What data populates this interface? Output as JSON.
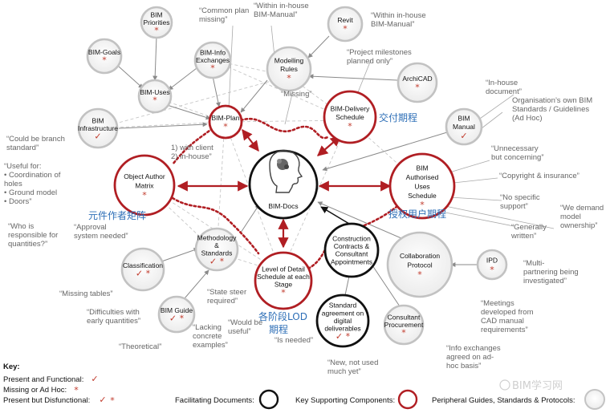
{
  "nodes": {
    "bim_priorities": {
      "lines": [
        "BIM",
        "Priorities"
      ],
      "mark": "*"
    },
    "bim_goals": {
      "lines": [
        "BIM-Goals"
      ],
      "mark": "*"
    },
    "bim_info_exchanges": {
      "lines": [
        "BIM-Info",
        "Exchanges"
      ],
      "mark": "*"
    },
    "bim_uses": {
      "lines": [
        "BIM-Uses"
      ],
      "mark": "*"
    },
    "bim_infrastructure": {
      "lines": [
        "BIM",
        "Infrastructure"
      ],
      "mark": "✓"
    },
    "bim_plan": {
      "lines": [
        "BIM-Plan"
      ],
      "mark": "*"
    },
    "modelling_rules": {
      "lines": [
        "Modelling",
        "Rules"
      ],
      "mark": "*"
    },
    "revit": {
      "lines": [
        "Revit"
      ],
      "mark": "*"
    },
    "archicad": {
      "lines": [
        "ArchiCAD"
      ],
      "mark": "*"
    },
    "bim_delivery_schedule": {
      "lines": [
        "BIM-Delivery",
        "Schedule"
      ],
      "mark": "*"
    },
    "bim_manual": {
      "lines": [
        "BIM",
        "Manual"
      ],
      "mark": "✓"
    },
    "object_author_matrix": {
      "lines": [
        "Object Author",
        "Matrix"
      ],
      "mark": "*"
    },
    "bim_docs": {
      "lines": [
        "BIM-Docs"
      ],
      "mark": ""
    },
    "bim_authorised_uses_schedule": {
      "lines": [
        "BIM",
        "Authorised",
        "Uses",
        "Schedule"
      ],
      "mark": "*"
    },
    "methodology_standards": {
      "lines": [
        "Methodology",
        "&",
        "Standards"
      ],
      "mark": "✓ *"
    },
    "classification": {
      "lines": [
        "Classification"
      ],
      "mark": "✓ *"
    },
    "construction_contracts": {
      "lines": [
        "Construction",
        "Contracts &",
        "Consultant",
        "Appointments"
      ],
      "mark": ""
    },
    "collaboration_protocol": {
      "lines": [
        "Collaboration",
        "Protocol"
      ],
      "mark": "*"
    },
    "ipd": {
      "lines": [
        "IPD"
      ],
      "mark": "*"
    },
    "level_of_detail": {
      "lines": [
        "Level of Detail",
        "Schedule at each",
        "Stage"
      ],
      "mark": "*"
    },
    "bim_guide": {
      "lines": [
        "BIM Guide"
      ],
      "mark": "✓ *"
    },
    "standard_agreement": {
      "lines": [
        "Standard",
        "agreement on",
        "digital",
        "deliverables"
      ],
      "mark": "✓ *"
    },
    "consultant_procurement": {
      "lines": [
        "Consultant",
        "Procurement"
      ],
      "mark": "*"
    }
  },
  "quotes": {
    "common_plan": [
      "“Common plan",
      "missing”"
    ],
    "within_manual_1": [
      "“Within in-house",
      "BIM-Manual”"
    ],
    "within_manual_2": [
      "“Within in-house",
      "BIM-Manual”"
    ],
    "milestones": [
      "“Project milestones",
      "planned only”"
    ],
    "missing": [
      "“Missing”"
    ],
    "in_house_document": [
      "“In-house",
      "document”"
    ],
    "organisations_own": [
      "Organisation’s own BIM",
      "Standards / Guidelines",
      "(Ad Hoc)"
    ],
    "could_be_branch": [
      "“Could be branch",
      "standard”"
    ],
    "with_client": [
      "1) with client",
      "2) in-house”"
    ],
    "useful_for": [
      "“Useful for:",
      "• Coordination of",
      "holes",
      "• Ground model",
      "• Doors”"
    ],
    "unnecessary": [
      "“Unnecessary",
      "but concerning”"
    ],
    "copyright": [
      "“Copyright & insurance”"
    ],
    "no_specific": [
      "“No specific",
      "support”"
    ],
    "we_demand": [
      "“We demand",
      "model",
      "ownership”"
    ],
    "who_is_responsible": [
      "“Who is",
      "responsible for",
      "quantities?”"
    ],
    "approval_system": [
      "“Approval",
      "system needed”"
    ],
    "generally_written": [
      "“Generally",
      "written”"
    ],
    "multi_partnering": [
      "“Multi-",
      "partnering being",
      "investigated”"
    ],
    "missing_tables": [
      "“Missing tables”"
    ],
    "state_steer": [
      "“State steer",
      "required”"
    ],
    "difficulties": [
      "“Difficulties with",
      "early quantities”"
    ],
    "meetings": [
      "“Meetings",
      "developed from",
      "CAD manual",
      "requirements”"
    ],
    "theoretical": [
      "“Theoretical”"
    ],
    "lacking": [
      "“Lacking",
      "concrete",
      "examples”"
    ],
    "would_be_useful": [
      "“Would be",
      "useful”"
    ],
    "is_needed": [
      "“Is needed”"
    ],
    "new_not_used": [
      "“New, not used",
      "much yet”"
    ],
    "info_exchanges": [
      "“Info exchanges",
      "agreed on ad-",
      "hoc basis”"
    ]
  },
  "chinese_labels": {
    "delivery": "交付期程",
    "object_matrix": "元件作者矩阵",
    "authorised": "授权用户期程",
    "lod_line1": "各阶段LOD",
    "lod_line2": "期程"
  },
  "legend": {
    "title": "Key:",
    "present_functional": "Present and Functional:",
    "missing_adhoc": "Missing or Ad Hoc:",
    "present_disfunctional": "Present but Disfunctional:",
    "facilitating": "Facilitating Documents:",
    "key_supporting": "Key Supporting Components:",
    "peripheral": "Peripheral  Guides, Standards & Protocols:",
    "check_symbol": "✓",
    "star_symbol": "*"
  },
  "watermark": "BIM学习网",
  "colors": {
    "red": "#b01e23",
    "black": "#111111",
    "grey": "#b9b9b9",
    "quote": "#666666",
    "chinese": "#2e6fb7"
  }
}
